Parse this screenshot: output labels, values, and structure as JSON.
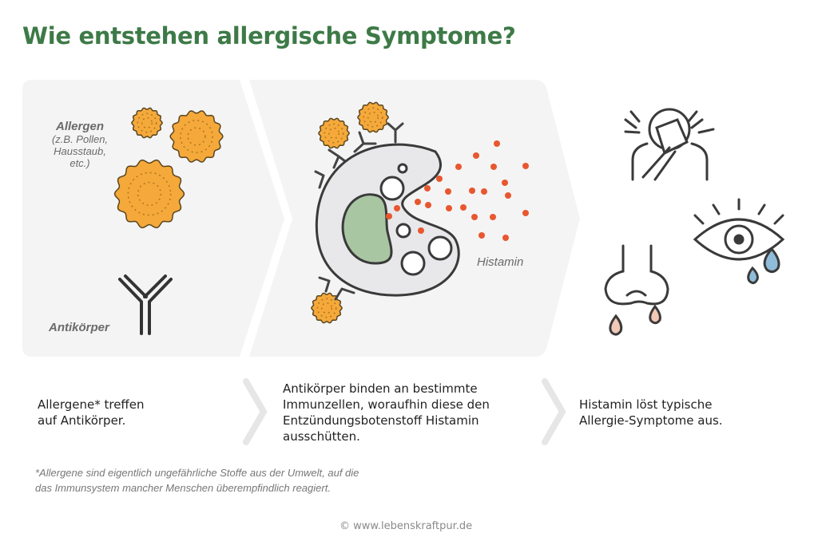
{
  "title": "Wie entstehen allergische Symptome?",
  "panel1": {
    "allergen_label": "Allergen",
    "allergen_examples": [
      "(z.B. Pollen,",
      "Hausstaub,",
      "etc.)"
    ],
    "antibody_label": "Antikörper"
  },
  "panel2": {
    "histamine_label": "Histamin"
  },
  "steps": [
    {
      "lines": [
        "Allergene* treffen",
        "auf Antikörper."
      ]
    },
    {
      "lines": [
        "Antikörper binden an bestimmte",
        "Immunzellen, woraufhin diese den",
        "Entzündungsbotenstoff Histamin",
        "ausschütten."
      ]
    },
    {
      "lines": [
        "Histamin löst typische",
        "Allergie-Symptome aus."
      ]
    }
  ],
  "footnote": [
    "*Allergene sind eigentlich ungefährliche Stoffe aus der Umwelt, auf die",
    "das Immunsystem mancher Menschen überempfindlich reagiert."
  ],
  "copyright": "© www.lebenskraftpur.de",
  "colors": {
    "title": "#3d7a47",
    "allergen": "#f4a93a",
    "histamine": "#e8572f",
    "nucleus": "#a9c6a3",
    "panel": "#f4f4f4"
  }
}
